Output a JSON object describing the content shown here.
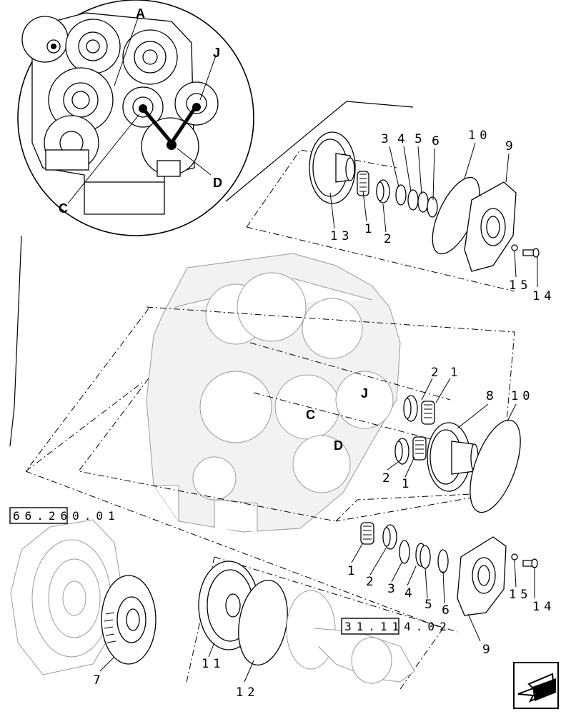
{
  "callouts": {
    "p1a": "1",
    "p1b": "1",
    "p1c": "1",
    "p1d": "1",
    "p2a": "2",
    "p2b": "2",
    "p2c": "2",
    "p2d": "2",
    "p3a": "3",
    "p3b": "3",
    "p4a": "4",
    "p4b": "4",
    "p5a": "5",
    "p5b": "5",
    "p6a": "6",
    "p6b": "6",
    "p7": "7",
    "p8": "8",
    "p9a": "9",
    "p9b": "9",
    "p10a": "10",
    "p10b": "10",
    "p11": "11",
    "p12": "12",
    "p13": "13",
    "p14a": "14",
    "p14b": "14",
    "p15a": "15",
    "p15b": "15"
  },
  "shaft_letters": {
    "inset_a": "A",
    "inset_j": "J",
    "inset_c": "C",
    "inset_d": "D",
    "main_j": "J",
    "main_c": "C",
    "main_d": "D"
  },
  "references": {
    "ref_66": "66.260.01",
    "ref_31": "31.114.02"
  },
  "icons": {
    "corner": "previous-page-arrow-icon"
  }
}
